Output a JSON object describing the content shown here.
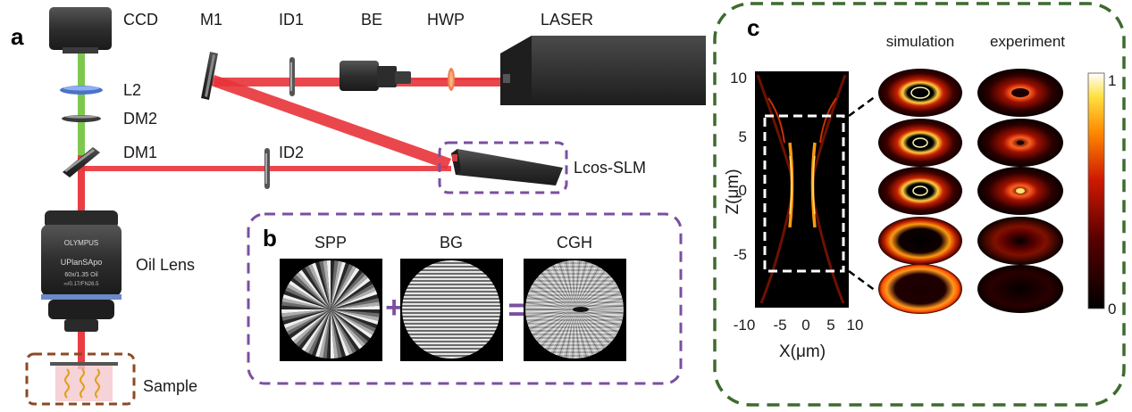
{
  "panels": {
    "a": "a",
    "b": "b",
    "c": "c"
  },
  "panel_a": {
    "components": {
      "ccd": "CCD",
      "m1": "M1",
      "id1": "ID1",
      "be": "BE",
      "hwp": "HWP",
      "laser": "LASER",
      "l2": "L2",
      "dm2": "DM2",
      "dm1": "DM1",
      "id2": "ID2",
      "slm": "Lcos-SLM",
      "oil_lens": "Oil Lens",
      "sample": "Sample"
    },
    "objective_text": {
      "brand": "OLYMPUS",
      "model": "UPlanSApo",
      "spec1": "60x/1.35 Oil",
      "spec2": "∞/0.17/FN26.5"
    }
  },
  "panel_b": {
    "titles": {
      "spp": "SPP",
      "bg": "BG",
      "cgh": "CGH"
    },
    "plus": "+",
    "equals": "="
  },
  "panel_c": {
    "col_simulation": "simulation",
    "col_experiment": "experiment",
    "y_axis_label": "Z(μm)",
    "x_axis_label": "X(μm)",
    "y_ticks": [
      "10",
      "5",
      "0",
      "-5"
    ],
    "x_ticks": [
      "-10",
      "-5",
      "0",
      "5",
      "10"
    ],
    "colorbar_ticks": [
      "1",
      "0"
    ],
    "colormap": "hot",
    "rows": 5
  },
  "colors": {
    "laser_beam": "#e8333a",
    "fluorescence_beam": "#7ec850",
    "box_b": "#7b4fa0",
    "box_slm": "#7b4fa0",
    "box_c": "#3d6b2e",
    "box_sample": "#8b4a22",
    "device_dark": "#2b2b2b"
  }
}
